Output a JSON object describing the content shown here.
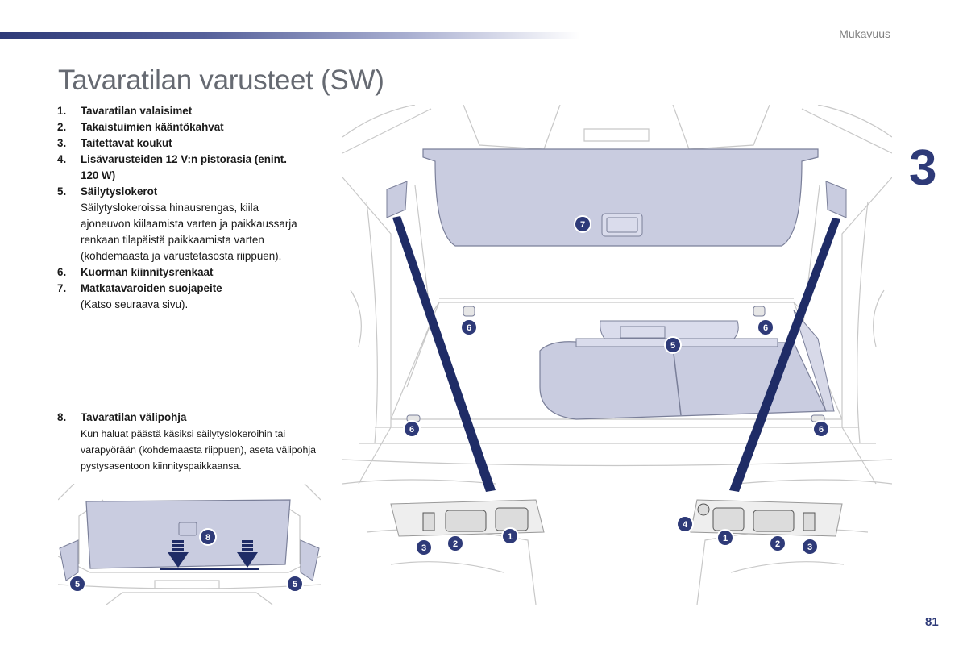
{
  "header": {
    "section": "Mukavuus",
    "chapter_number": "3"
  },
  "title": "Tavaratilan varusteet (SW)",
  "items": [
    {
      "num": "1.",
      "label": "Tavaratilan valaisimet"
    },
    {
      "num": "2.",
      "label": "Takaistuimien kääntökahvat"
    },
    {
      "num": "3.",
      "label": "Taitettavat koukut"
    },
    {
      "num": "4.",
      "label": "Lisävarusteiden 12 V:n pistorasia (enint. 120 W)"
    },
    {
      "num": "5.",
      "label": "Säilytyslokerot",
      "desc": "Säilytyslokeroissa hinausrengas, kiila ajoneuvon kiilaamista varten ja paikkaussarja renkaan tilapäistä paikkaamista varten (kohdemaasta ja varustetasosta riippuen)."
    },
    {
      "num": "6.",
      "label": "Kuorman kiinnitysrenkaat"
    },
    {
      "num": "7.",
      "label": "Matkatavaroiden suojapeite",
      "desc": "(Katso seuraava sivu)."
    }
  ],
  "item8": {
    "num": "8.",
    "label": "Tavaratilan välipohja",
    "desc": "Kun haluat päästä käsiksi säilytyslokeroihin tai varapyörään (kohdemaasta riippuen), aseta välipohja pystysasentoon kiinnityspaikkaansa."
  },
  "figure_callouts": {
    "main": [
      "7",
      "6",
      "6",
      "5",
      "6",
      "6",
      "3",
      "2",
      "1",
      "4",
      "1",
      "2",
      "3"
    ],
    "inset": [
      "8",
      "5",
      "5"
    ]
  },
  "page_number": "81",
  "colors": {
    "accent": "#2e3a78",
    "highlight": "#c9cce0"
  }
}
